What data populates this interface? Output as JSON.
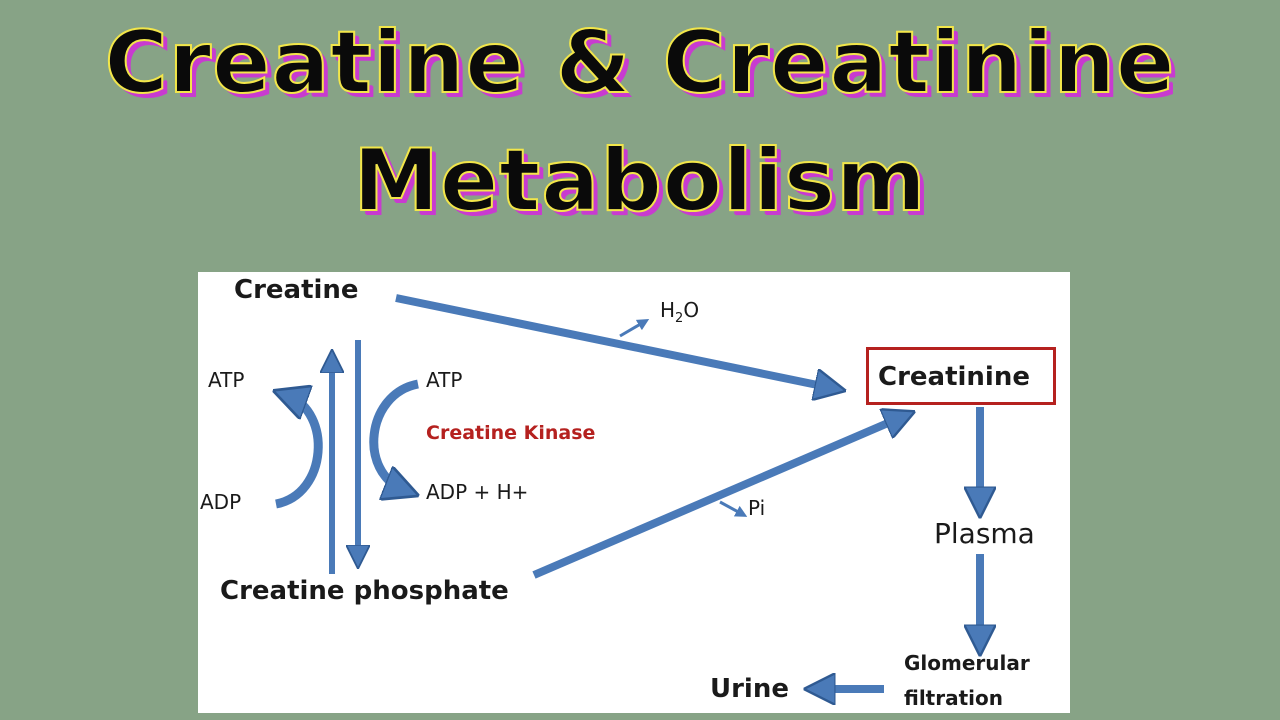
{
  "title": {
    "line1": "Creatine & Creatinine",
    "line2": "Metabolism"
  },
  "diagram": {
    "creatine": "Creatine",
    "creatine_phosphate": "Creatine phosphate",
    "creatinine": "Creatinine",
    "h2o_main": "H",
    "h2o_sub": "2",
    "h2o_end": "O",
    "atp_left": "ATP",
    "adp_left": "ADP",
    "atp_right": "ATP",
    "adp_right": "ADP + H+",
    "enzyme": "Creatine Kinase",
    "pi": "Pi",
    "plasma": "Plasma",
    "glomerular_line1": "Glomerular",
    "glomerular_line2": "filtration",
    "urine": "Urine"
  },
  "colors": {
    "background": "#87a386",
    "arrow_blue": "#4a7ab8",
    "enzyme_red": "#b5211f",
    "title_outline": "#f2e64a",
    "title_shadow": "#c83bd0"
  }
}
